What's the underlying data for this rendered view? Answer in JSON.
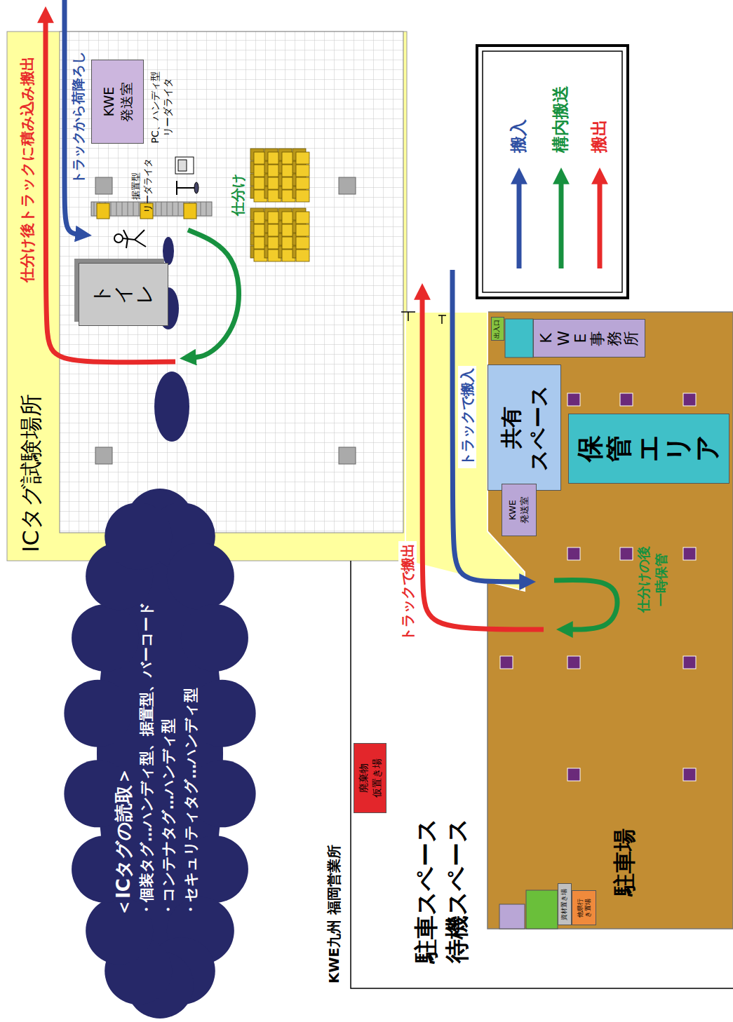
{
  "diagram": {
    "nodes": [
      {
        "text": [
          "ICタグ試験場所"
        ]
      },
      {
        "text": [
          "KWE 発送室"
        ],
        "in": 0
      },
      {
        "text": [
          "トイレ"
        ],
        "in": 0
      },
      {
        "text": [
          "＜ICタグの読取＞",
          "・個装タグ…ハンディ型、据置型、バーコード",
          "・コンテナタグ…ハンディ型",
          "・セキュリティタグ…ハンディ型"
        ]
      },
      {
        "text": [
          "出入口"
        ]
      },
      {
        "text": [
          "KWE事務所"
        ]
      },
      {
        "text": [
          "共有 スペース"
        ]
      },
      {
        "text": [
          "保管エリア"
        ]
      },
      {
        "text": [
          "KWE 発送室"
        ]
      },
      {
        "text": [
          "資材置き場"
        ]
      },
      {
        "text": [
          "他県行き置場"
        ]
      },
      {
        "text": [
          "廃棄物 仮置き場"
        ]
      }
    ],
    "labels": [
      "据置型 リーダライタ",
      "PC、ハンディ型 リーダライタ",
      "トラックから荷降ろし",
      "仕分け後トラックに積み込み搬出",
      "仕分け",
      "トラックで搬入",
      "トラックで搬出",
      "仕分けの後 一時保管",
      "KWE九州 福岡営業所",
      "駐車スペース 待機スペース",
      "駐車場"
    ],
    "legend": [
      {
        "text": "搬入"
      },
      {
        "text": "構内搬送"
      },
      {
        "text": "搬出"
      }
    ]
  }
}
